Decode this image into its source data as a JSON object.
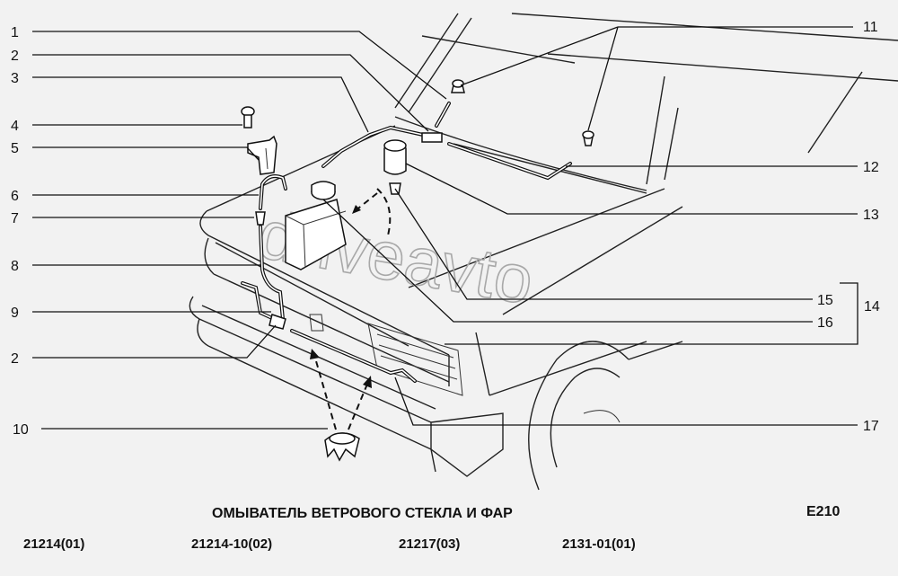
{
  "title": "ОМЫВАТЕЛЬ ВЕТРОВОГО СТЕКЛА И ФАР",
  "figure_code": "E210",
  "watermark": "driveavto",
  "models": [
    "21214(01)",
    "21214-10(02)",
    "21217(03)",
    "2131-01(01)"
  ],
  "callouts": [
    "1",
    "2",
    "3",
    "4",
    "5",
    "6",
    "7",
    "8",
    "9",
    "2",
    "10",
    "11",
    "12",
    "13",
    "15",
    "16",
    "14",
    "17"
  ]
}
